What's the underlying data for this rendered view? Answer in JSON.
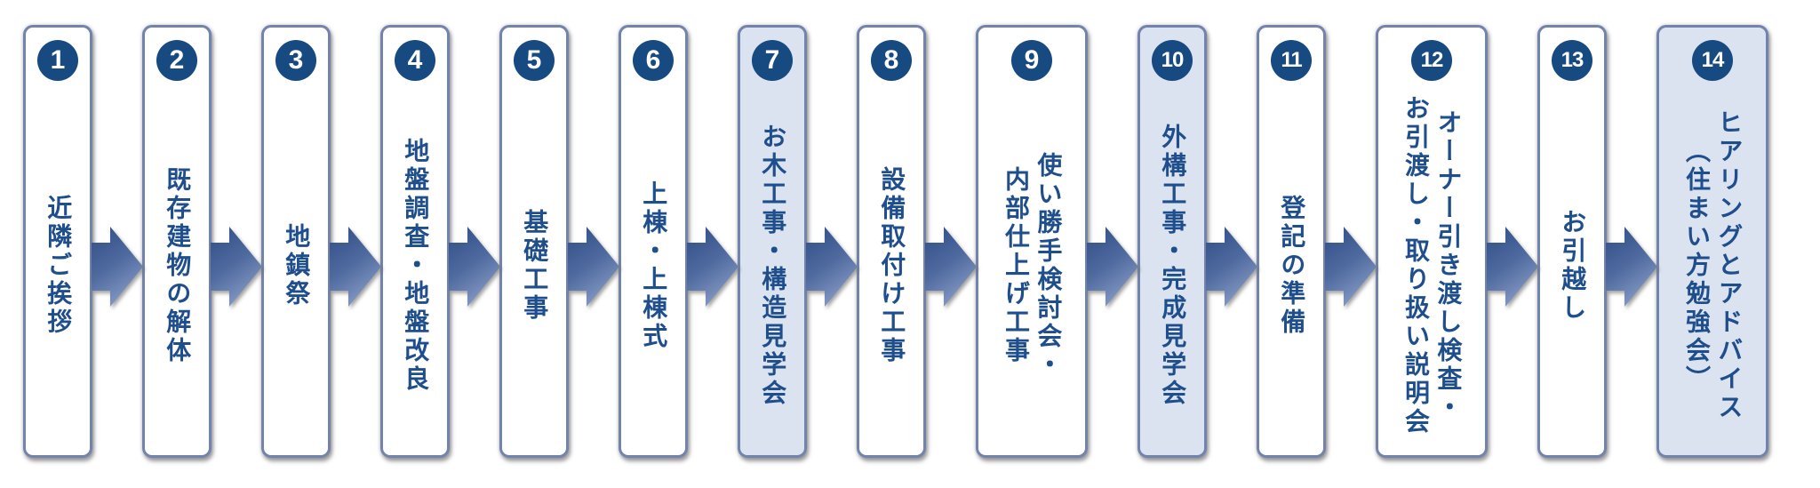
{
  "diagram": {
    "kind": "horizontal-process-flow",
    "step_count": 14,
    "arrow_icon": "right-arrow-icon"
  },
  "colors": {
    "step_number_circle": "#174a80",
    "label_text": "#1f4e8c",
    "card_border": "#7283ae",
    "card_background": "#ffffff",
    "card_background_highlight": "#dce3f0",
    "arrow_gradient_dark": "#2e4d85",
    "arrow_gradient_light": "#8398c3"
  },
  "steps": [
    {
      "number": "1",
      "lines": [
        "近隣ご挨拶"
      ],
      "highlighted": false
    },
    {
      "number": "2",
      "lines": [
        "既存建物の解体"
      ],
      "highlighted": false
    },
    {
      "number": "3",
      "lines": [
        "地鎮祭"
      ],
      "highlighted": false
    },
    {
      "number": "4",
      "lines": [
        "地盤調査・地盤改良"
      ],
      "highlighted": false
    },
    {
      "number": "5",
      "lines": [
        "基礎工事"
      ],
      "highlighted": false
    },
    {
      "number": "6",
      "lines": [
        "上棟・上棟式"
      ],
      "highlighted": false
    },
    {
      "number": "7",
      "lines": [
        "お木工事・構造見学会"
      ],
      "highlighted": true
    },
    {
      "number": "8",
      "lines": [
        "設備取付け工事"
      ],
      "highlighted": false
    },
    {
      "number": "9",
      "lines": [
        "使い勝手検討会・",
        "内部仕上げ工事"
      ],
      "highlighted": false
    },
    {
      "number": "10",
      "lines": [
        "外構工事・完成見学会"
      ],
      "highlighted": true
    },
    {
      "number": "11",
      "lines": [
        "登記の準備"
      ],
      "highlighted": false
    },
    {
      "number": "12",
      "lines": [
        "オーナー引き渡し検査・",
        "お引渡し・取り扱い説明会"
      ],
      "highlighted": false
    },
    {
      "number": "13",
      "lines": [
        "お引越し"
      ],
      "highlighted": false
    },
    {
      "number": "14",
      "lines": [
        "ヒアリングとアドバイス",
        "（住まい方勉強会）"
      ],
      "highlighted": true
    }
  ]
}
